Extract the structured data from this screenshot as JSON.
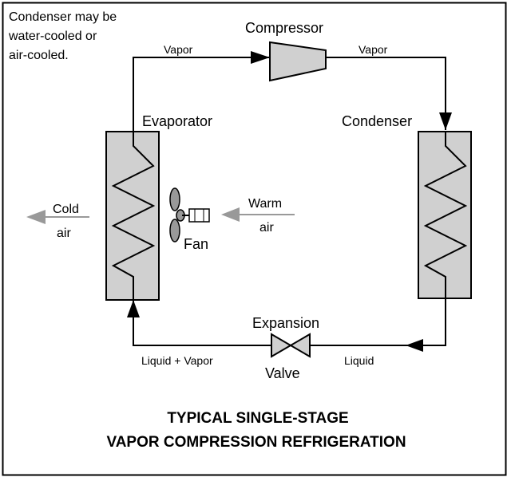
{
  "note": {
    "line1": "Condenser may be",
    "line2": "water-cooled or",
    "line3": "air-cooled."
  },
  "components": {
    "compressor": "Compressor",
    "evaporator": "Evaporator",
    "condenser": "Condenser",
    "expansion_line1": "Expansion",
    "expansion_line2": "Valve",
    "fan": "Fan"
  },
  "flows": {
    "vapor_left": "Vapor",
    "vapor_right": "Vapor",
    "liquid": "Liquid",
    "liquid_vapor": "Liquid + Vapor"
  },
  "air": {
    "cold_line1": "Cold",
    "cold_line2": "air",
    "warm_line1": "Warm",
    "warm_line2": "air"
  },
  "title": {
    "line1": "TYPICAL SINGLE-STAGE",
    "line2": "VAPOR COMPRESSION REFRIGERATION"
  },
  "colors": {
    "coil_fill": "#d0d0d0",
    "air_arrow": "#999999",
    "line": "#000000"
  }
}
